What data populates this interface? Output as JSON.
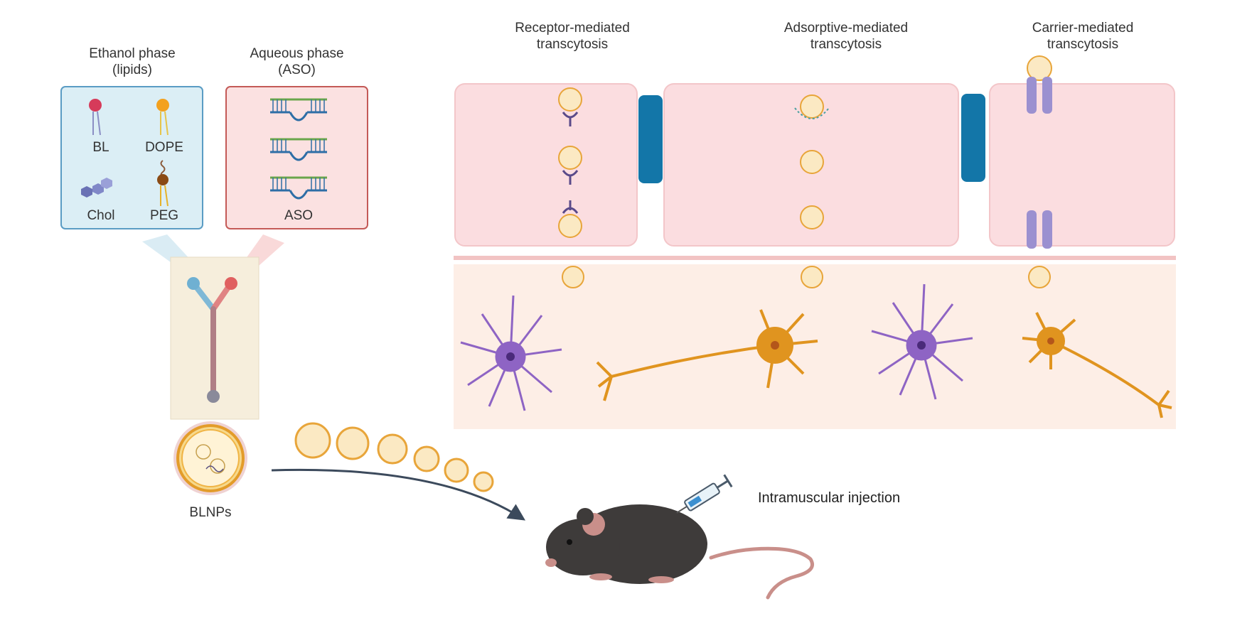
{
  "phases": {
    "ethanol": {
      "title": "Ethanol phase",
      "subtitle": "(lipids)",
      "items": [
        "BL",
        "DOPE",
        "Chol",
        "PEG"
      ]
    },
    "aqueous": {
      "title": "Aqueous phase",
      "subtitle": "(ASO)",
      "item": "ASO"
    }
  },
  "product_label": "BLNPs",
  "transcytosis": [
    {
      "line1": "Receptor-mediated",
      "line2": "transcytosis"
    },
    {
      "line1": "Adsorptive-mediated",
      "line2": "transcytosis"
    },
    {
      "line1": "Carrier-mediated",
      "line2": "transcytosis"
    }
  ],
  "injection_label": "Intramuscular injection",
  "colors": {
    "ethanol_box": "#dbeef5",
    "ethanol_border": "#4b8fb8",
    "aqueous_box": "#fbe1e1",
    "aqueous_border": "#c0504d",
    "endothelium": "#fbdde0",
    "brain": "#fdeee6",
    "tight_junction": "#1376a8",
    "astrocyte": "#8e64c4",
    "neuron": "#e0941f",
    "nanoparticle": "#f4b53f",
    "mouse": "#3e3b3a"
  },
  "icons": [
    "syringe-icon",
    "mouse-icon",
    "microfluidic-chip-icon",
    "nanoparticle-icon"
  ]
}
